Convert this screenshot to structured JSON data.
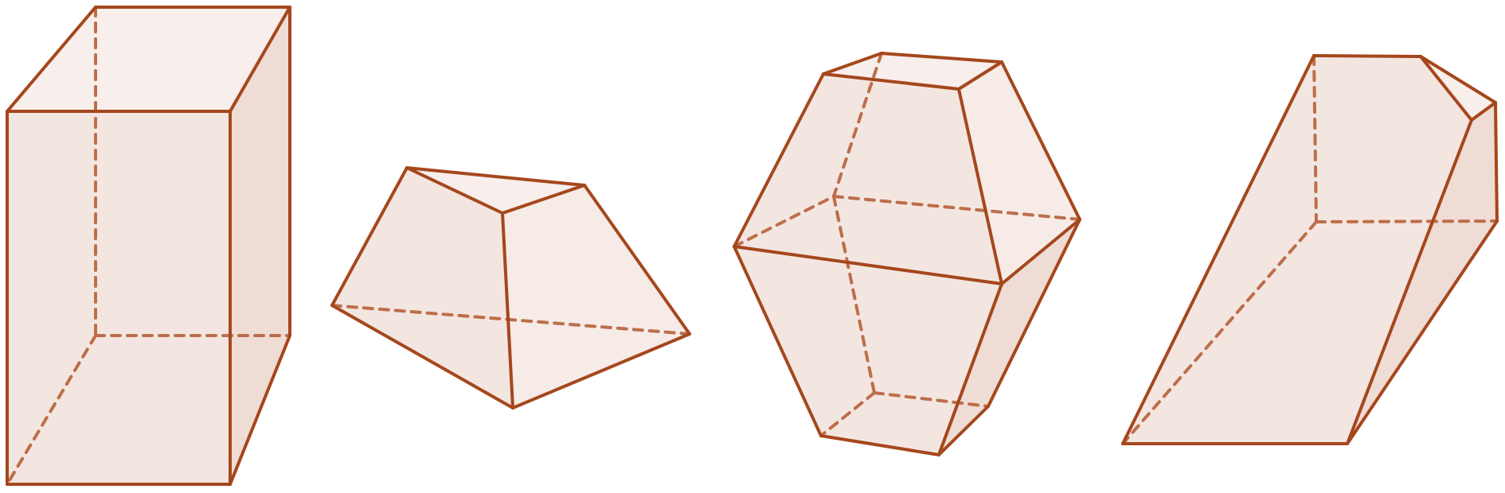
{
  "colors": {
    "background": "#ffffff",
    "edge": "#a5471d",
    "hidden_edge": "#bd6e4a",
    "face_light": "#f6ebe7",
    "face_mid": "#f3e6e1",
    "face_dark": "#efdcd4",
    "face_top": "#f8eeeb"
  },
  "figures": [
    {
      "name": "rectangular-prism",
      "type": "solid"
    },
    {
      "name": "triangular-frustum",
      "type": "solid"
    },
    {
      "name": "truncated-polyhedron",
      "type": "solid"
    },
    {
      "name": "slanted-prism",
      "type": "solid"
    }
  ]
}
